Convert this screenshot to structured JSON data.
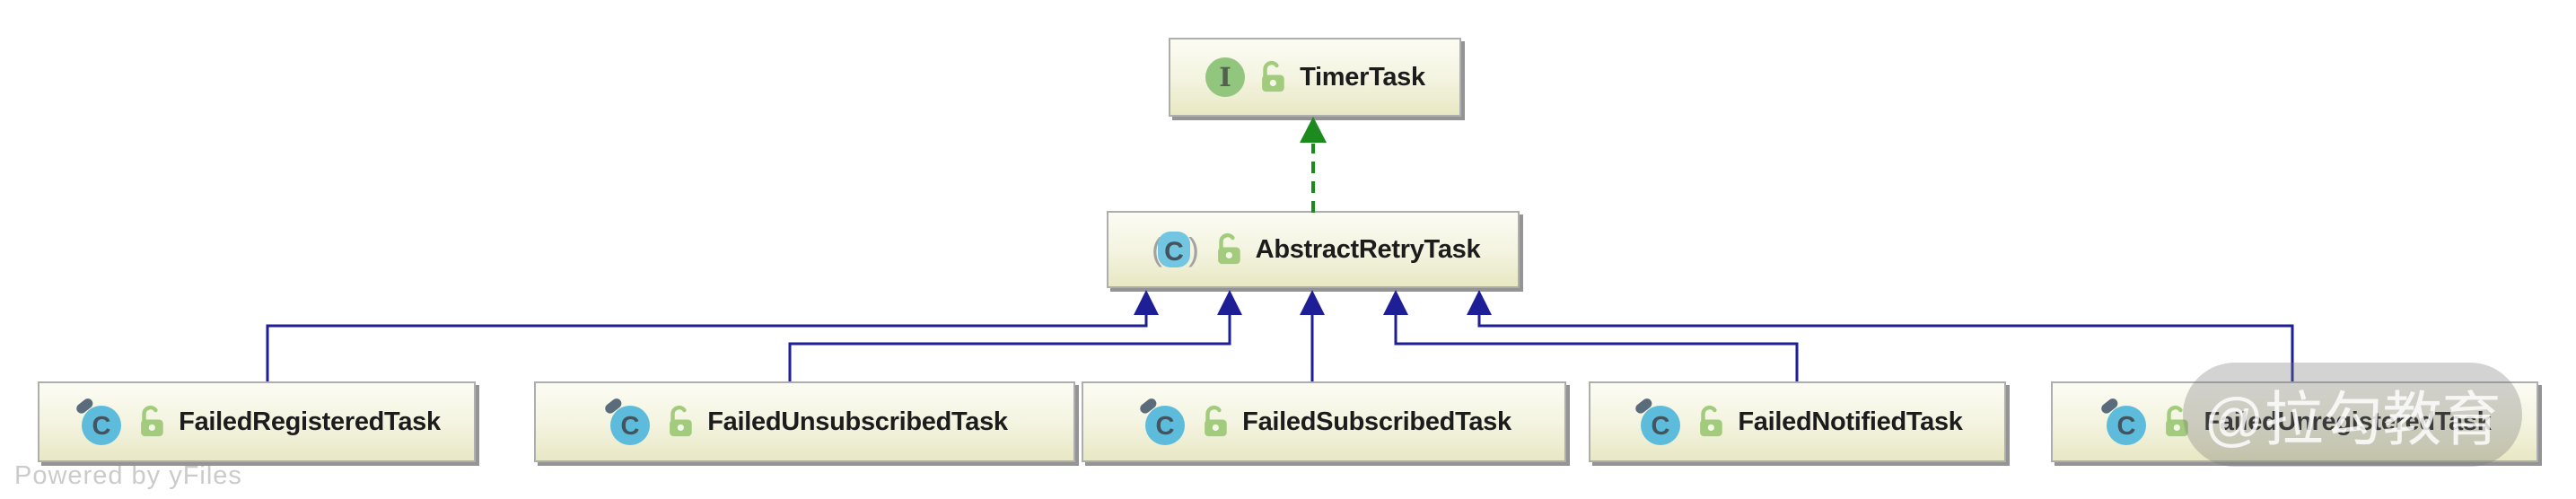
{
  "diagram": {
    "type": "uml-class-hierarchy",
    "nodes": [
      {
        "label": "TimerTask",
        "kind": "interface",
        "icon_letter": "I",
        "visibility": "public"
      },
      {
        "label": "AbstractRetryTask",
        "kind": "abstract-class",
        "icon_letter": "C",
        "visibility": "public"
      },
      {
        "label": "FailedRegisteredTask",
        "kind": "class",
        "icon_letter": "C",
        "visibility": "public"
      },
      {
        "label": "FailedUnsubscribedTask",
        "kind": "class",
        "icon_letter": "C",
        "visibility": "public"
      },
      {
        "label": "FailedSubscribedTask",
        "kind": "class",
        "icon_letter": "C",
        "visibility": "public"
      },
      {
        "label": "FailedNotifiedTask",
        "kind": "class",
        "icon_letter": "C",
        "visibility": "public"
      },
      {
        "label": "FailedUnregisteredTask",
        "kind": "class",
        "icon_letter": "C",
        "visibility": "public"
      }
    ],
    "edges": [
      {
        "from": "AbstractRetryTask",
        "to": "TimerTask",
        "relation": "implements",
        "style": "dashed"
      },
      {
        "from": "FailedRegisteredTask",
        "to": "AbstractRetryTask",
        "relation": "extends",
        "style": "solid"
      },
      {
        "from": "FailedUnsubscribedTask",
        "to": "AbstractRetryTask",
        "relation": "extends",
        "style": "solid"
      },
      {
        "from": "FailedSubscribedTask",
        "to": "AbstractRetryTask",
        "relation": "extends",
        "style": "solid"
      },
      {
        "from": "FailedNotifiedTask",
        "to": "AbstractRetryTask",
        "relation": "extends",
        "style": "solid"
      },
      {
        "from": "FailedUnregisteredTask",
        "to": "AbstractRetryTask",
        "relation": "extends",
        "style": "solid"
      }
    ],
    "colors": {
      "implements_green": "#1d8a1d",
      "extends_blue": "#1e1e96",
      "node_fill_top": "#fcfcf4",
      "node_fill_bottom": "#e8e8c4",
      "node_border": "#aeaeae",
      "interface_icon_green": "#92c57e",
      "class_icon_blue": "#5dbcdc",
      "lock_icon_green": "#a3cb7d",
      "icon_letter_dark": "#44535c",
      "paren_gray": "#a2a2a2",
      "pin_gray": "#5a6b7b"
    },
    "footer": "Powered by yFiles",
    "watermark": "@拉勾教育"
  }
}
